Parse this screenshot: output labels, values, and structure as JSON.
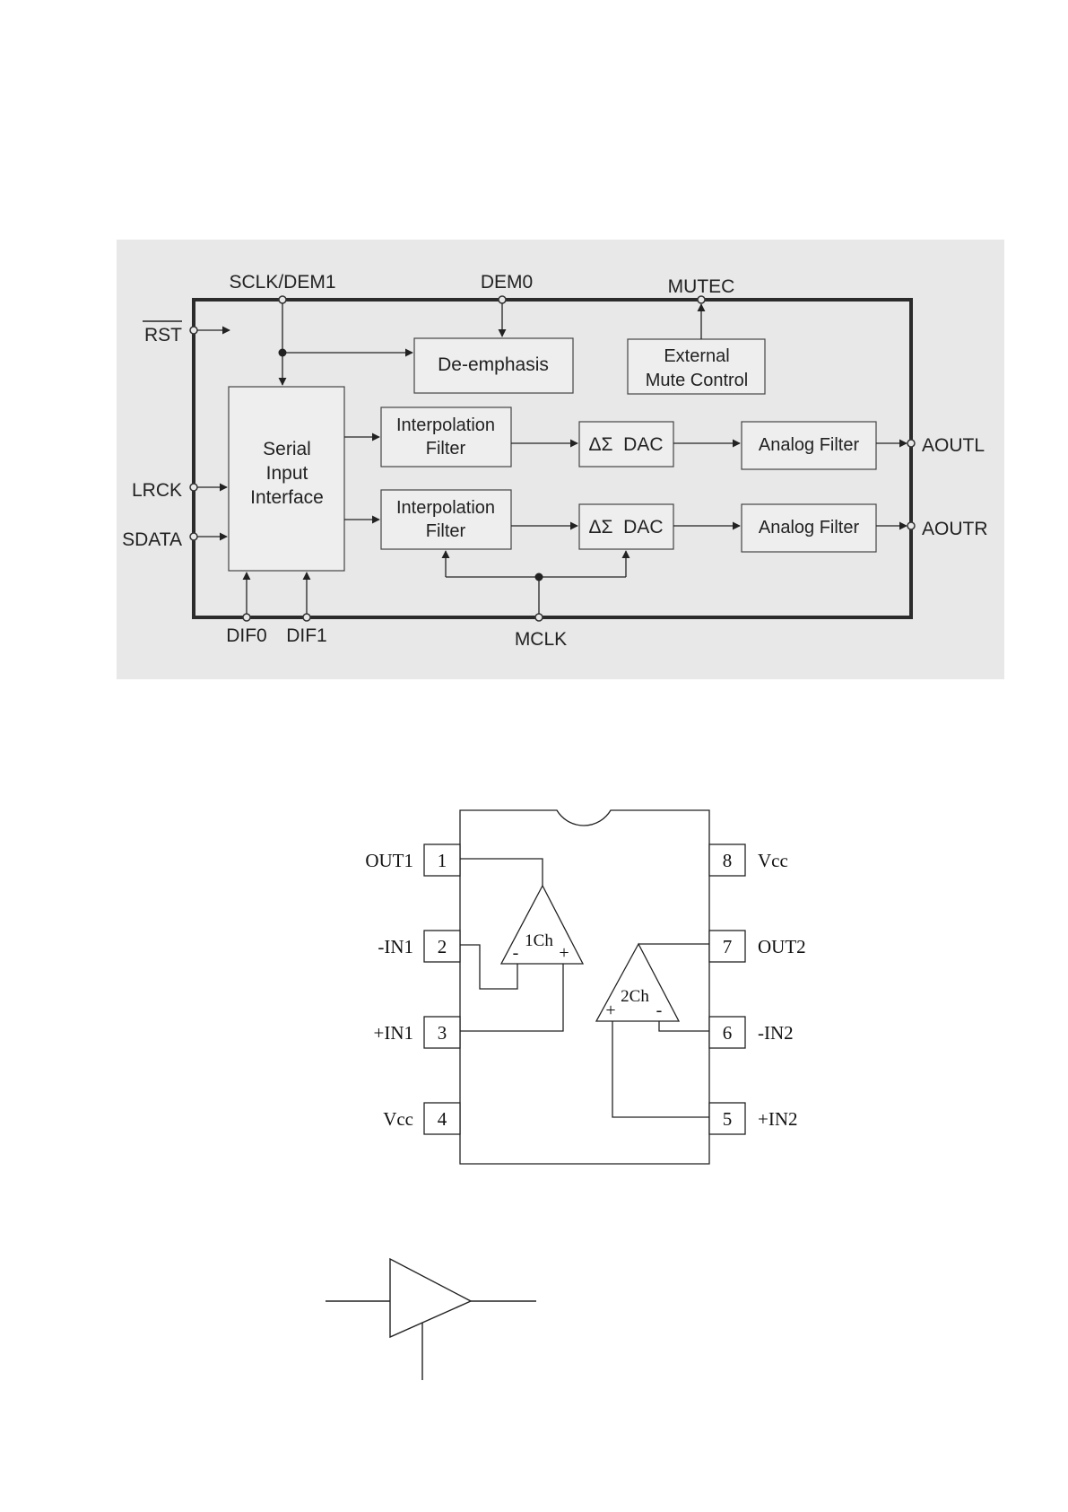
{
  "colors": {
    "block_bg": "#e8e8e8",
    "block_border": "#2b2b2b",
    "box_fill": "#eeeeee",
    "line": "#222222",
    "page_bg": "#ffffff"
  },
  "block_diagram": {
    "pins": {
      "sclk_dem1": "SCLK/DEM1",
      "dem0": "DEM0",
      "mutec": "MUTEC",
      "rst": "RST",
      "lrck": "LRCK",
      "sdata": "SDATA",
      "dif0": "DIF0",
      "dif1": "DIF1",
      "mclk": "MCLK",
      "aoutl": "AOUTL",
      "aoutr": "AOUTR"
    },
    "blocks": {
      "de_emphasis": "De-emphasis",
      "ext_mute_1": "External",
      "ext_mute_2": "Mute Control",
      "serial_1": "Serial",
      "serial_2": "Input",
      "serial_3": "Interface",
      "interp_1": "Interpolation",
      "interp_2": "Filter",
      "dac": "ΔΣ  DAC",
      "analog_filter": "Analog Filter"
    }
  },
  "dip8": {
    "left_pins": [
      {
        "num": "1",
        "name": "OUT1"
      },
      {
        "num": "2",
        "name": "-IN1"
      },
      {
        "num": "3",
        "name": "+IN1"
      },
      {
        "num": "4",
        "name": "Vcc"
      }
    ],
    "right_pins": [
      {
        "num": "8",
        "name": "Vcc"
      },
      {
        "num": "7",
        "name": "OUT2"
      },
      {
        "num": "6",
        "name": "-IN2"
      },
      {
        "num": "5",
        "name": "+IN2"
      }
    ],
    "opamp1": {
      "label": "1Ch",
      "minus": "-",
      "plus": "+"
    },
    "opamp2": {
      "label": "2Ch",
      "minus": "-",
      "plus": "+"
    }
  }
}
